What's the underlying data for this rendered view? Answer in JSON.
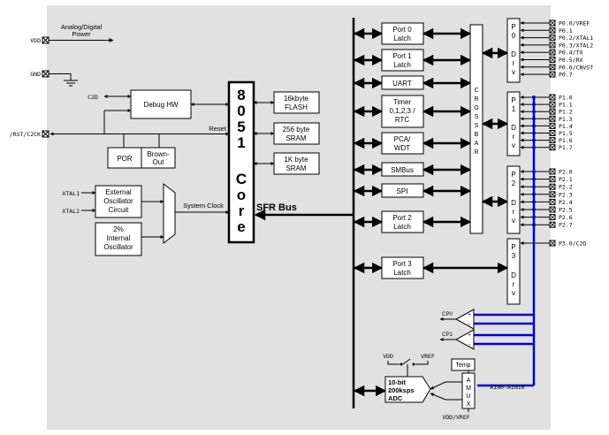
{
  "power": {
    "vdd": "VDD",
    "gnd": "GND",
    "analog_digital_power": [
      "Analog/Digital",
      "Power"
    ]
  },
  "debug": {
    "c2d": "C2D",
    "debug_hw": "Debug HW",
    "rst_pin": "/RST/C2CK",
    "reset": "Reset",
    "por": "POR",
    "brown_out": [
      "Brown-",
      "Out"
    ]
  },
  "clock": {
    "xtal1": "XTAL1",
    "xtal2": "XTAL2",
    "external_osc": [
      "External",
      "Oscillator",
      "Circuit"
    ],
    "internal_osc": [
      "2%",
      "Internal",
      "Oscillator"
    ],
    "system_clock": "System Clock"
  },
  "core": {
    "chars": [
      "8",
      "0",
      "5",
      "1",
      "C",
      "o",
      "r",
      "e"
    ],
    "sfr_bus": "SFR Bus"
  },
  "memory": {
    "flash": [
      "16kbyte",
      "FLASH"
    ],
    "sram": [
      "256 byte",
      "SRAM"
    ],
    "xram": [
      "1K byte",
      "SRAM"
    ]
  },
  "peripherals": {
    "port0_latch": [
      "Port 0",
      "Latch"
    ],
    "port1_latch": [
      "Port 1",
      "Latch"
    ],
    "uart": "UART",
    "timers": [
      "Timer",
      "0,1,2,3 /",
      "RTC"
    ],
    "pca": [
      "PCA/",
      "WDT"
    ],
    "smbus": "SMBus",
    "spi": "SPI",
    "port2_latch": [
      "Port 2",
      "Latch"
    ],
    "port3_latch": [
      "Port 3",
      "Latch"
    ],
    "crossbar": [
      "C",
      "R",
      "O",
      "S",
      "S",
      "B",
      "A",
      "R"
    ]
  },
  "drivers": {
    "p0": [
      "P",
      "0",
      "D",
      "r",
      "v"
    ],
    "p1": [
      "P",
      "1",
      "D",
      "r",
      "v"
    ],
    "p2": [
      "P",
      "2",
      "D",
      "r",
      "v"
    ],
    "p3": [
      "P",
      "3",
      "D",
      "r",
      "v"
    ]
  },
  "pins": {
    "p0": [
      "P0.0/VREF",
      "P0.1",
      "P0.2/XTAL1",
      "P0.3/XTAL2",
      "P0.4/TX",
      "P0.5/RX",
      "P0.6/CNVST",
      "P0.7"
    ],
    "p1": [
      "P1.0",
      "P1.1",
      "P1.2",
      "P1.3",
      "P1.4",
      "P1.5",
      "P1.6",
      "P1.7"
    ],
    "p2": [
      "P2.0",
      "P2.1",
      "P2.2",
      "P2.3",
      "P2.4",
      "P2.5",
      "P2.6",
      "P2.7"
    ],
    "p3": [
      "P3.0/C2D"
    ]
  },
  "analog": {
    "cp0": "CP0",
    "cp1": "CP1",
    "vdd": "VDD",
    "vref": "VREF",
    "temp": "Temp",
    "adc": [
      "10-bit",
      "200ksps",
      "ADC"
    ],
    "amux": [
      "A",
      "M",
      "U",
      "X"
    ],
    "ain": "AIN0-AIN16",
    "vdd_vref": "VDD/VREF",
    "plus": "+",
    "minus": "-"
  }
}
